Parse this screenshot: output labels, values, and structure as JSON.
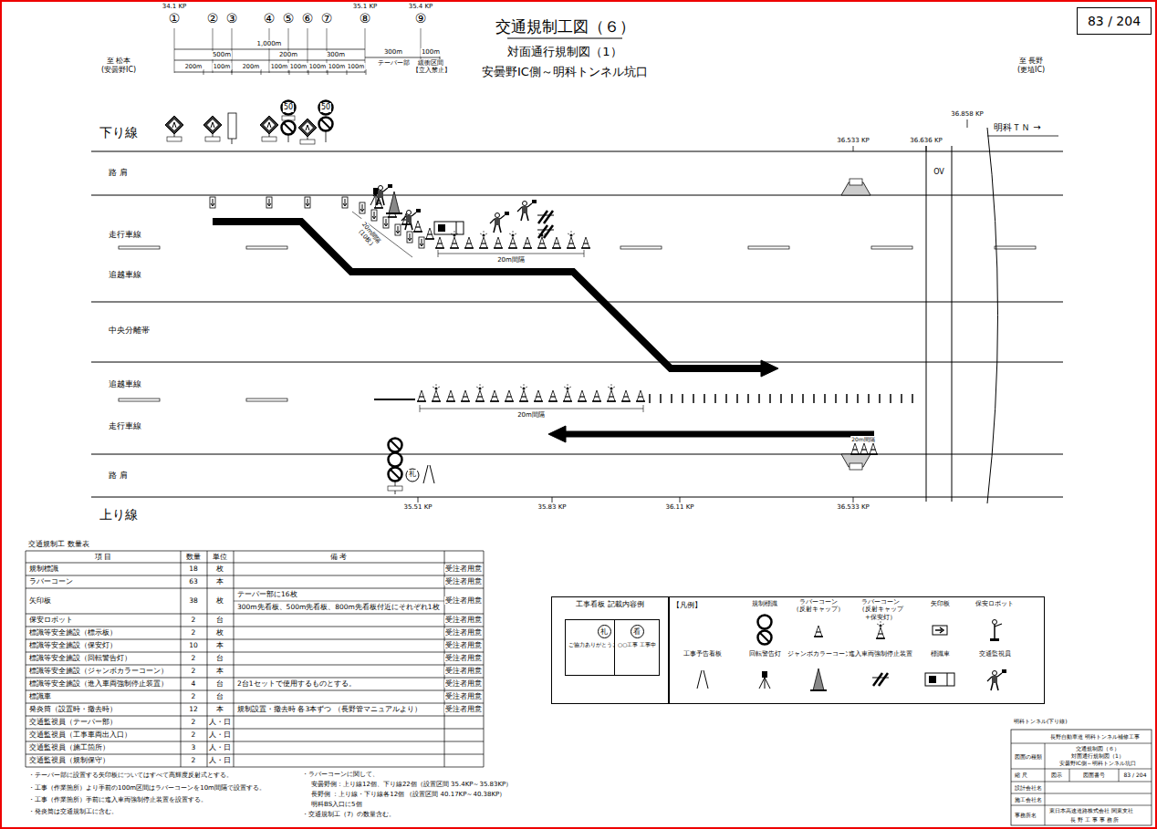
{
  "diagram": {
    "title": "交通規制工図（６）",
    "nodes": [
      {
        "text": [
          "83 / 204"
        ]
      },
      {
        "text": [
          "工事看板 記載内容例"
        ]
      },
      {
        "text": [
          "【凡例】"
        ]
      },
      {
        "text": [
          "礼",
          "ご協力ありがとうございます"
        ],
        "in": 1
      },
      {
        "text": [
          "看",
          "○○工事 工事中"
        ],
        "in": 1
      }
    ],
    "labels": [
      "対面通行規制図（1）",
      "安曇野IC側～明科トンネル坑口",
      "34.1 KP",
      "35.1 KP",
      "35.4 KP",
      "①",
      "②",
      "③",
      "④",
      "⑤",
      "⑥",
      "⑦",
      "⑧",
      "⑨",
      "1,000m",
      "500m",
      "200m",
      "300m",
      "300m",
      "テーパー部",
      "100m",
      "緩衝区間【立入禁止】",
      "200m",
      "100m",
      "200m",
      "100m",
      "100m",
      "100m",
      "100m",
      "100m",
      "至 松本 (安曇野IC)",
      "至 長野 (更埴IC)",
      "36.858 KP",
      "明科ＴＮ →",
      "下り線",
      "36.533 KP",
      "36.636 KP",
      "路 肩",
      "OV",
      "走行車線",
      "追越車線",
      "中央分離帯",
      "追越車線",
      "走行車線",
      "路 肩",
      "上り線",
      "35.51 KP",
      "35.83 KP",
      "36.11 KP",
      "36.533 KP",
      "20m間隔 (10枚)",
      "20m間隔",
      "20m間隔",
      "20m間隔",
      "50",
      "50",
      "礼",
      "交通規制工 数量表",
      "項 目",
      "数量",
      "単位",
      "備 考",
      "規制標識",
      "18",
      "枚",
      "受注者用意",
      "ラバーコーン",
      "63",
      "本",
      "受注者用意",
      "矢印板",
      "38",
      "枚",
      "テーパー部に16枚",
      "300m先看板、500m先看板、800m先看板付近にそれぞれ1枚",
      "受注者用意",
      "保安ロボット",
      "2",
      "台",
      "受注者用意",
      "標識等安全施設（標示板）",
      "2",
      "枚",
      "受注者用意",
      "標識等安全施設（保安灯）",
      "10",
      "本",
      "受注者用意",
      "標識等安全施設（回転警告灯）",
      "2",
      "台",
      "受注者用意",
      "標識等安全施設（ジャンボカラーコーン）",
      "2",
      "本",
      "受注者用意",
      "標識等安全施設（進入車両強制停止装置）",
      "4",
      "台",
      "2台1セットで使用するものとする。",
      "受注者用意",
      "標識車",
      "2",
      "台",
      "受注者用意",
      "発炎筒（設置時・撤去時）",
      "12",
      "本",
      "規制設置・撤去時 各3本ずつ （長野管マニュアルより）",
      "受注者用意",
      "交通監視員（テーパー部）",
      "2",
      "人・日",
      "交通監視員（工事車両出入口）",
      "2",
      "人・日",
      "交通監視員（施工箇所）",
      "3",
      "人・日",
      "交通監視員（規制保守）",
      "2",
      "人・日",
      "・テーパー部に設置する矢印板についてはすべて高輝度反射式とする。",
      "・工事（作業箇所）より手前の100m区間はラバーコーンを10m間隔で設置する。",
      "・工事（作業箇所）手前に進入車両強制停止装置を設置する。",
      "・発炎筒は交通規制工に含む。",
      "・ラバーコーンに関して、",
      "安曇野側：上り線12個、下り線22個（設置区間 35.4KP～35.83KP）",
      "長野側 ：上り線・下り線各12個 （設置区間 40.17KP～40.38KP）",
      "明科BS入口に5個",
      "・交通規制工（7）の数量含む。",
      "明科トンネル(下り線)",
      "長野自動車道 明科トンネル補修工事",
      "図面の種類",
      "交通規制図（６）",
      "対面通行規制図（1）",
      "安曇野IC側～明科トンネル坑口",
      "縮 尺",
      "図示",
      "図面番号",
      "83 / 204",
      "設計会社名",
      "施工会社名",
      "事務所名",
      "東日本高速道路株式会社 関東支社",
      "長 野 工 事 事 務 所"
    ],
    "legend": [
      {
        "text": "規制標識"
      },
      {
        "text": "ラバーコーン （反射キャップ）"
      },
      {
        "text": "ラバーコーン （反射キャップ+保安灯）"
      },
      {
        "text": "矢印板"
      },
      {
        "text": "保安ロボット"
      },
      {
        "text": "工事予告看板"
      },
      {
        "text": "回転警告灯"
      },
      {
        "text": "ジャンボカラーコーン"
      },
      {
        "text": "進入車両強制停止装置"
      },
      {
        "text": "標識車"
      },
      {
        "text": "交通監視員"
      }
    ]
  }
}
